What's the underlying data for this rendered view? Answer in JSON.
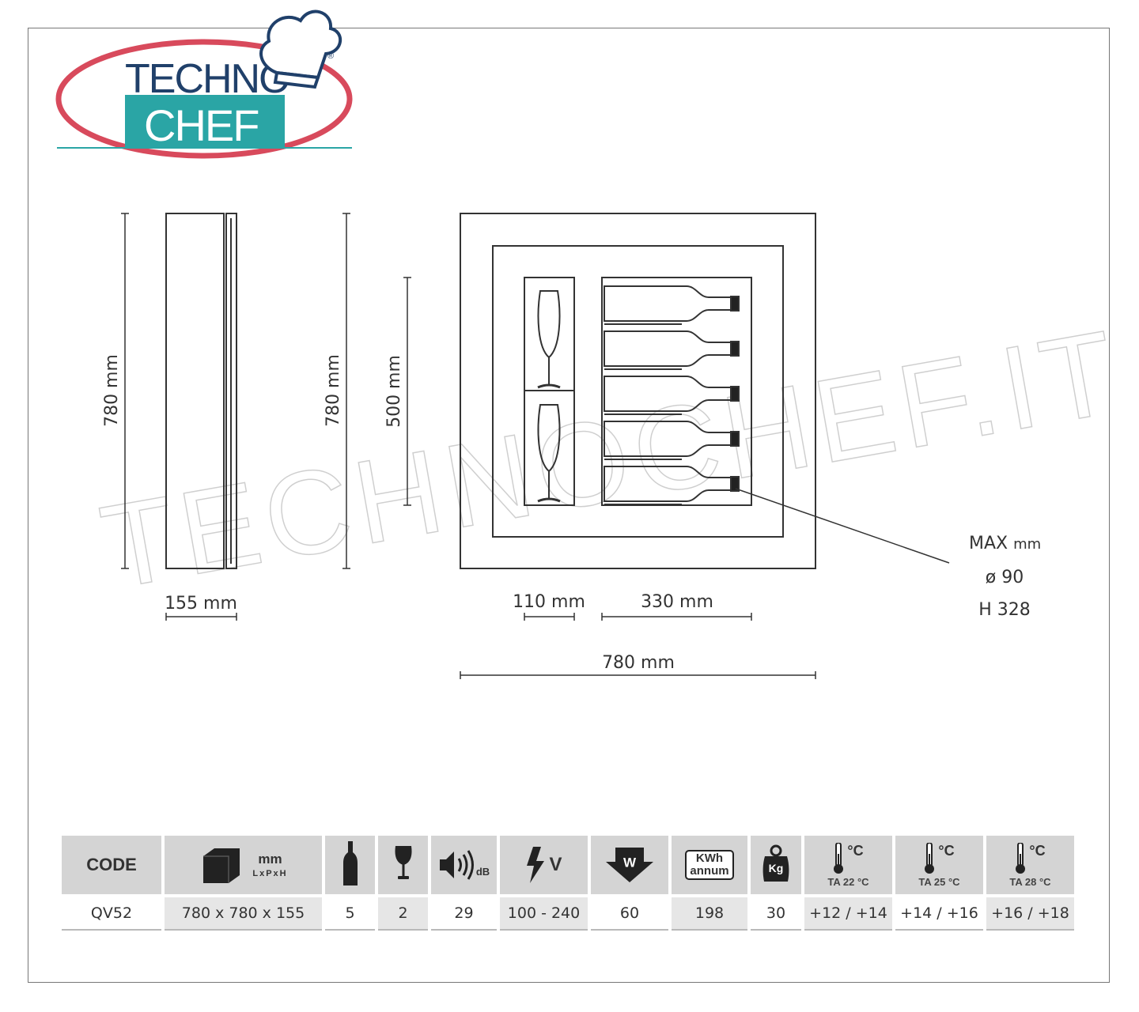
{
  "logo": {
    "line1": "TECHNO",
    "line2": "CHEF",
    "reg": "®",
    "brand_colors": {
      "teal": "#2aa5a5",
      "red": "#d84a5c",
      "navy": "#20406a"
    }
  },
  "watermark": "TECHNOCHEF.IT",
  "drawing": {
    "side_height": "780 mm",
    "side_depth": "155 mm",
    "front_height": "780 mm",
    "inner_height": "500 mm",
    "glass_width": "110 mm",
    "bottle_width": "330 mm",
    "front_width": "780 mm",
    "max_label": "MAX",
    "max_unit": "mm",
    "max_diameter": "ø 90",
    "max_height": "H 328"
  },
  "table": {
    "headers": {
      "code": "CODE",
      "dims_unit": "mm",
      "dims_sub": "LxPxH",
      "volt_unit": "V",
      "db_unit": "dB",
      "watt_unit": "W",
      "kwh_top": "KWh",
      "kwh_bottom": "annum",
      "kg": "Kg",
      "deg": "°C",
      "ta1": "TA 22 °C",
      "ta2": "TA 25 °C",
      "ta3": "TA 28 °C"
    },
    "row": {
      "code": "QV52",
      "dims": "780 x 780 x 155",
      "bottles": "5",
      "glasses": "2",
      "noise": "29",
      "voltage": "100 - 240",
      "power": "60",
      "energy": "198",
      "weight": "30",
      "temp1": "+12 / +14",
      "temp2": "+14 / +16",
      "temp3": "+16 / +18"
    }
  }
}
